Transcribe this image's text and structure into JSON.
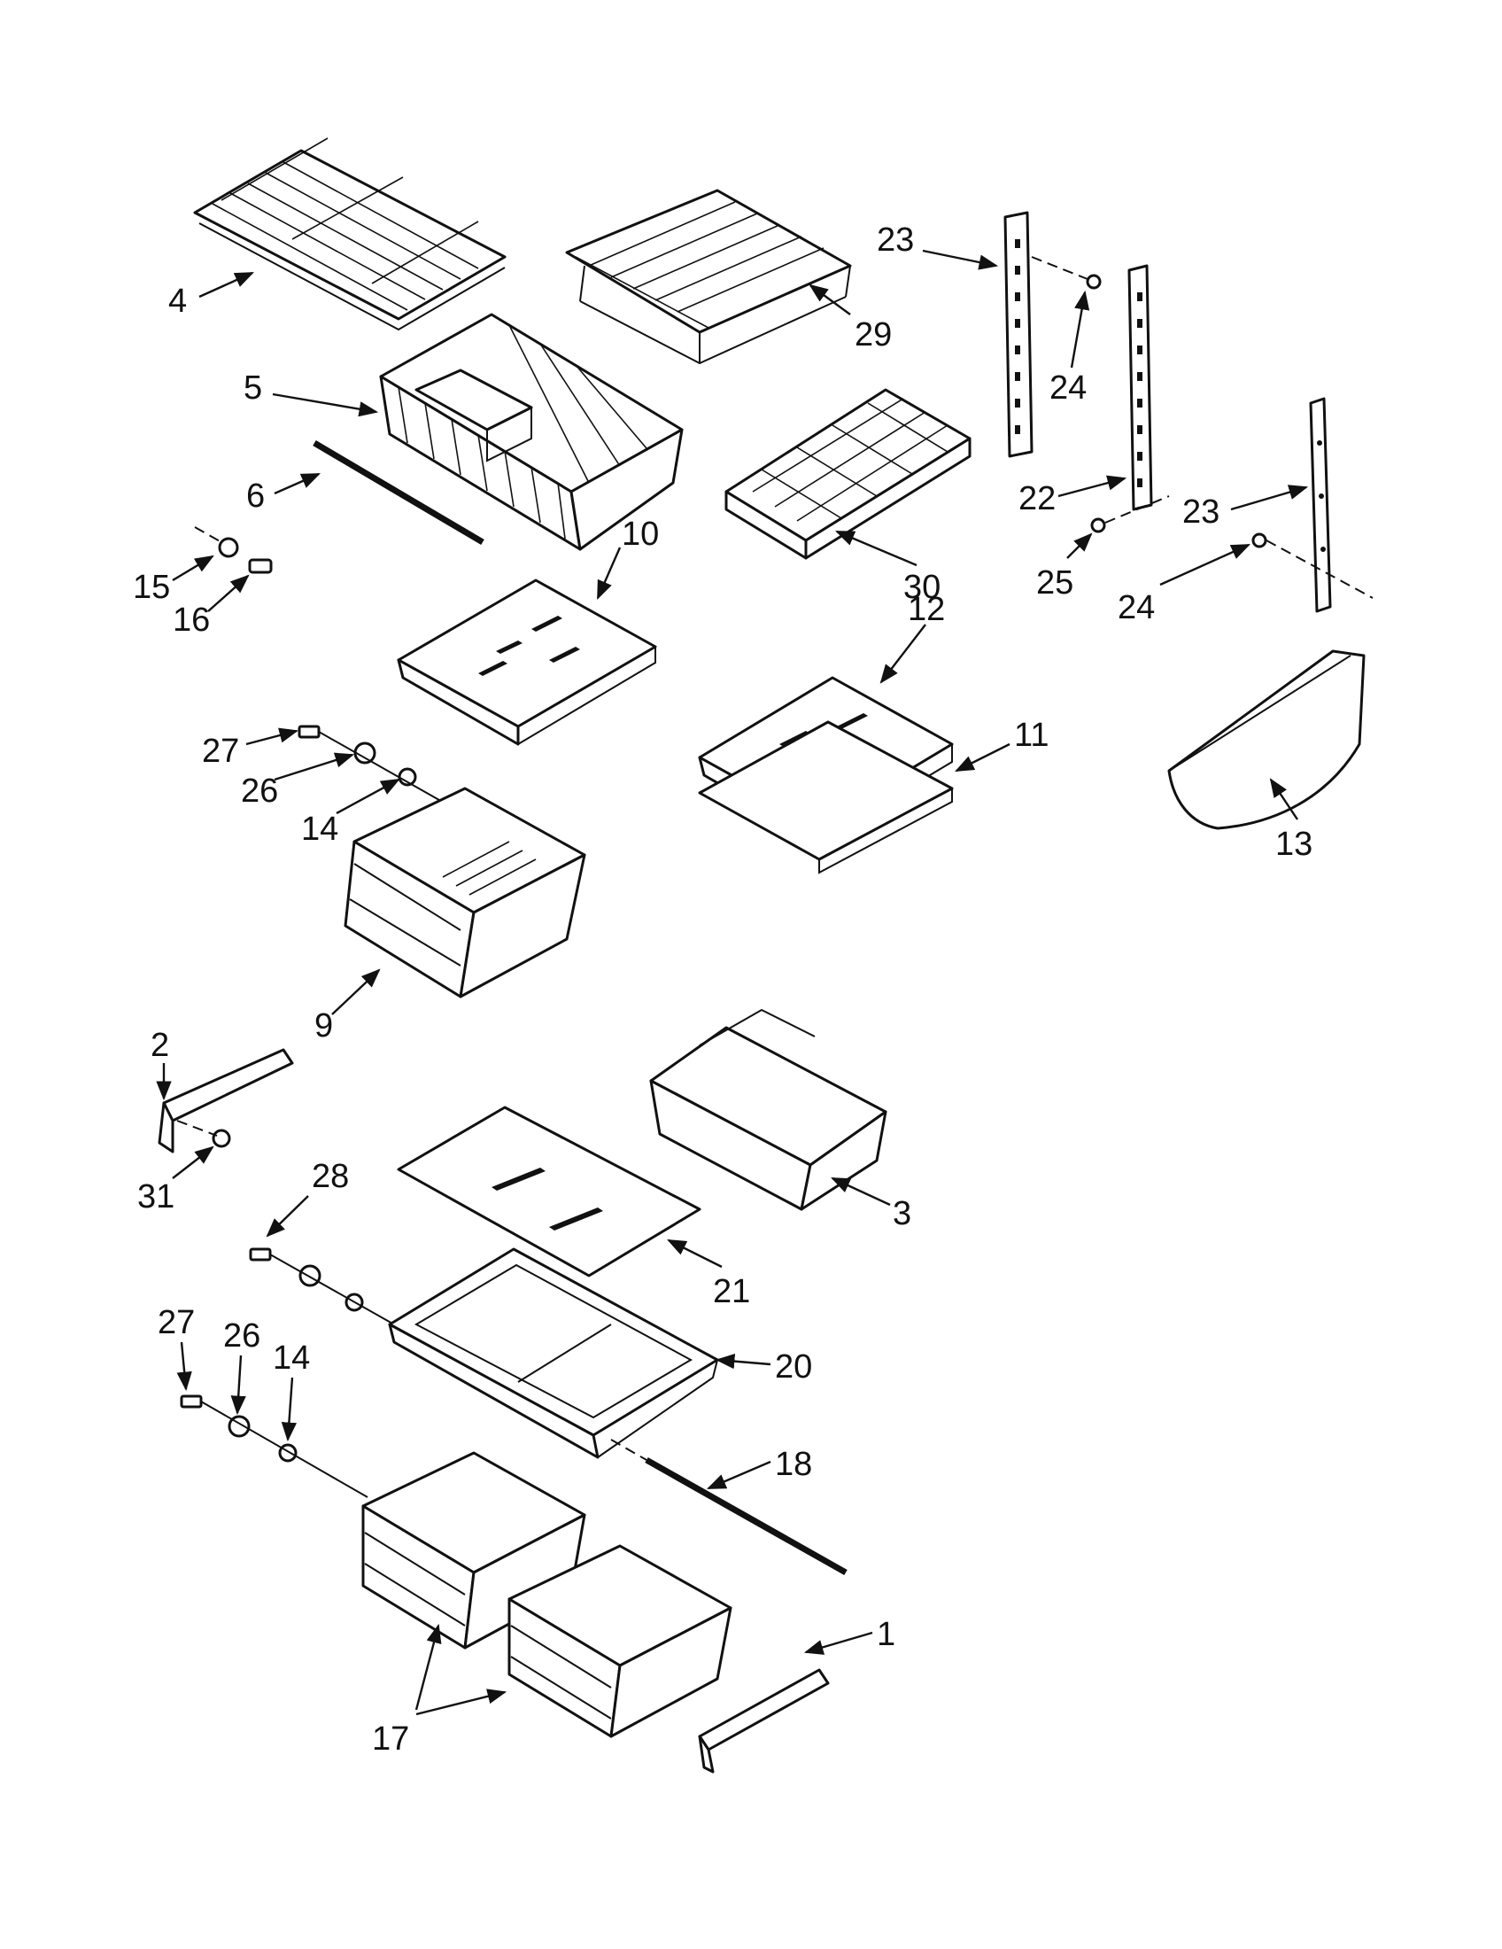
{
  "callouts": [
    {
      "id": "c4",
      "text": "4"
    },
    {
      "id": "c29",
      "text": "29"
    },
    {
      "id": "c5",
      "text": "5"
    },
    {
      "id": "c6",
      "text": "6"
    },
    {
      "id": "c15",
      "text": "15"
    },
    {
      "id": "c16",
      "text": "16"
    },
    {
      "id": "c10",
      "text": "10"
    },
    {
      "id": "c30",
      "text": "30"
    },
    {
      "id": "c12",
      "text": "12"
    },
    {
      "id": "c11",
      "text": "11"
    },
    {
      "id": "c27a",
      "text": "27"
    },
    {
      "id": "c26a",
      "text": "26"
    },
    {
      "id": "c14a",
      "text": "14"
    },
    {
      "id": "c9",
      "text": "9"
    },
    {
      "id": "c23a",
      "text": "23"
    },
    {
      "id": "c24a",
      "text": "24"
    },
    {
      "id": "c22",
      "text": "22"
    },
    {
      "id": "c25",
      "text": "25"
    },
    {
      "id": "c23b",
      "text": "23"
    },
    {
      "id": "c24b",
      "text": "24"
    },
    {
      "id": "c13",
      "text": "13"
    },
    {
      "id": "c2",
      "text": "2"
    },
    {
      "id": "c31",
      "text": "31"
    },
    {
      "id": "c3",
      "text": "3"
    },
    {
      "id": "c28",
      "text": "28"
    },
    {
      "id": "c21",
      "text": "21"
    },
    {
      "id": "c27b",
      "text": "27"
    },
    {
      "id": "c26b",
      "text": "26"
    },
    {
      "id": "c14b",
      "text": "14"
    },
    {
      "id": "c20",
      "text": "20"
    },
    {
      "id": "c18",
      "text": "18"
    },
    {
      "id": "c1",
      "text": "1"
    },
    {
      "id": "c17",
      "text": "17"
    }
  ]
}
